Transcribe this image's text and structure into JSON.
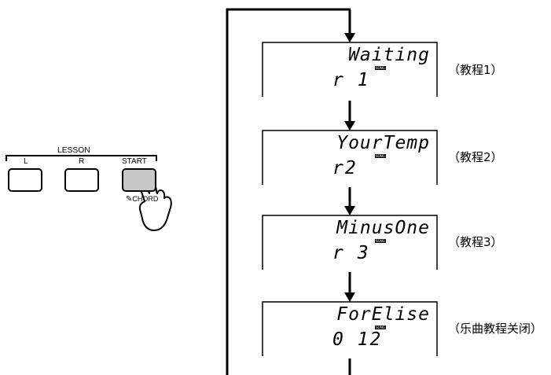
{
  "lesson": {
    "title": "LESSON",
    "buttons": [
      {
        "label": "L"
      },
      {
        "label": "R"
      },
      {
        "label": "START"
      }
    ],
    "chord_label": "CHORD"
  },
  "displays": [
    {
      "top_text": "Waiting",
      "indicator": "SONG",
      "bottom_text": "r 1",
      "caption": "（教程1）"
    },
    {
      "top_text": "YourTemp",
      "indicator": "SONG",
      "bottom_text": "r2",
      "caption": "（教程2）"
    },
    {
      "top_text": "MinusOne",
      "indicator": "SONG",
      "bottom_text": "r 3",
      "caption": "（教程3）"
    },
    {
      "top_text": "ForElise",
      "indicator": "SONG",
      "bottom_text": "0 12",
      "caption": "（乐曲教程关闭）"
    }
  ]
}
